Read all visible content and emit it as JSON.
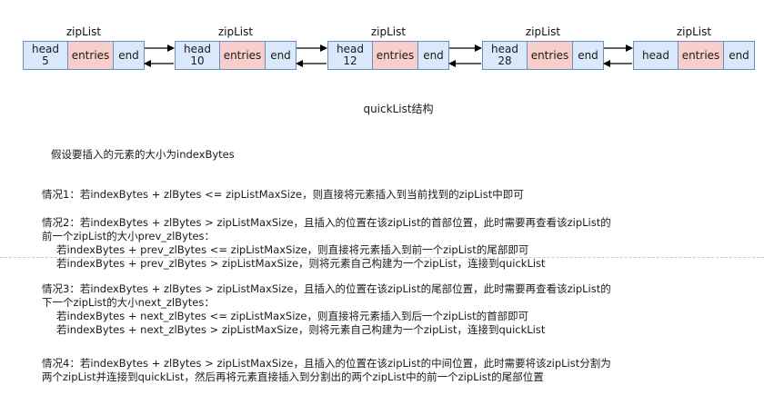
{
  "diagram": {
    "zipLists": [
      {
        "title": "zipList",
        "head_label": "head",
        "head_value": "5",
        "entries": "entries",
        "end": "end"
      },
      {
        "title": "zipList",
        "head_label": "head",
        "head_value": "10",
        "entries": "entries",
        "end": "end"
      },
      {
        "title": "zipList",
        "head_label": "head",
        "head_value": "12",
        "entries": "entries",
        "end": "end"
      },
      {
        "title": "zipList",
        "head_label": "head",
        "head_value": "28",
        "entries": "entries",
        "end": "end"
      },
      {
        "title": "zipList",
        "head_label": "head",
        "head_value": "",
        "entries": "entries",
        "end": "end"
      }
    ],
    "caption": "quickList结构"
  },
  "notes": {
    "intro": "假设要插入的元素的大小为indexBytes",
    "case1": "情况1：若indexBytes + zlBytes <= zipListMaxSize，则直接将元素插入到当前找到的zipList中即可",
    "case2_line1": "情况2：若indexBytes + zlBytes > zipListMaxSize，且插入的位置在该zipList的首部位置，此时需要再查看该zipList的",
    "case2_line2": "前一个zipList的大小prev_zlBytes：",
    "case2_sub1": "若indexBytes + prev_zlBytes <= zipListMaxSize，则直接将元素插入到前一个zipList的尾部即可",
    "case2_sub2": "若indexBytes + prev_zlBytes > zipListMaxSize，则将元素自己构建为一个zipList，连接到quickList",
    "case3_line1": "情况3：若indexBytes + zlBytes > zipListMaxSize，且插入的位置在该zipList的尾部位置，此时需要再查看该zipList的",
    "case3_line2": "下一个zipList的大小next_zlBytes：",
    "case3_sub1": "若indexBytes + next_zlBytes <= zipListMaxSize，则直接将元素插入到后一个zipList的首部即可",
    "case3_sub2": "若indexBytes + next_zlBytes > zipListMaxSize，则将元素自己构建为一个zipList，连接到quickList",
    "case4_line1": "情况4：若indexBytes + zlBytes > zipListMaxSize，且插入的位置在该zipList的中间位置，此时需要将该zipList分割为",
    "case4_line2": "两个zipList并连接到quickList，然后再将元素直接插入到分割出的两个zipList中的前一个zipList的尾部位置"
  },
  "colors": {
    "head_fill": "#dae8fc",
    "entries_fill": "#f8cecc",
    "border": "#6c8ebf"
  }
}
